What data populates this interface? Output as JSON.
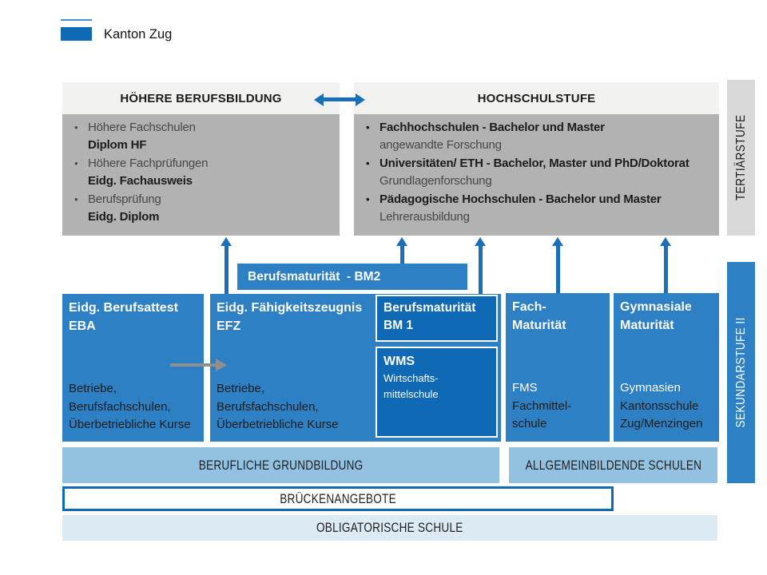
{
  "colors": {
    "primary_blue": "#2e80c4",
    "dark_blue": "#0f69b4",
    "arrow_blue": "#1b6fb8",
    "light_blue_bar": "#92c1e1",
    "pale_blue_bar": "#dceaf3",
    "gray_box": "#b2b2b2",
    "header_bg": "#f2f2f0",
    "side_gray_bar": "#d9d9d9",
    "gray_arrow": "#8f8f8f"
  },
  "logo": {
    "label": "Kanton Zug"
  },
  "hoehere": {
    "title": "HÖHERE BERUFSBILDUNG",
    "items": [
      {
        "plain": "Höhere Fachschulen",
        "bold": "Diplom HF"
      },
      {
        "plain": "Höhere Fachprüfungen",
        "bold": "Eidg. Fachausweis"
      },
      {
        "plain": "Berufsprüfung",
        "bold": "Eidg. Diplom"
      }
    ]
  },
  "hochschule": {
    "title": "HOCHSCHULSTUFE",
    "items": [
      {
        "bold": "Fachhochschulen - Bachelor und Master",
        "plain": "angewandte Forschung"
      },
      {
        "bold": "Universitäten/ ETH - Bachelor, Master und PhD/Doktorat",
        "plain": "Grundlagenforschung"
      },
      {
        "bold": "Pädagogische Hochschulen - Bachelor und Master",
        "plain": "Lehrerausbildung"
      }
    ]
  },
  "side": {
    "tertiaer": "TERTIÄRSTUFE",
    "sekundar": "SEKUNDARSTUFE II"
  },
  "bm2_label": "Berufsmaturität  - BM2",
  "eba": {
    "title1": "Eidg. Berufsattest",
    "title2": "EBA",
    "sub1": "Betriebe,",
    "sub2": "Berufsfachschulen,",
    "sub3": "Überbetriebliche Kurse"
  },
  "efz": {
    "title1": "Eidg. Fähigkeitszeugnis",
    "title2": "EFZ",
    "sub1": "Betriebe,",
    "sub2": "Berufsfachschulen,",
    "sub3": "Überbetriebliche Kurse"
  },
  "bm1": {
    "line1": "Berufsmaturität",
    "line2": "BM 1"
  },
  "wms": {
    "title": "WMS",
    "sub1": "Wirtschafts-",
    "sub2": "mittelschule"
  },
  "fach": {
    "title1": "Fach-",
    "title2": "Maturität",
    "school": "FMS",
    "sub1": "Fachmittel-",
    "sub2": "schule"
  },
  "gym": {
    "title1": "Gymnasiale",
    "title2": "Maturität",
    "school": "Gymnasien",
    "sub1": "Kantonsschule",
    "sub2": "Zug/Menzingen"
  },
  "bottom": {
    "berufliche": "BERUFLICHE GRUNDBILDUNG",
    "allgemein": "ALLGEMEINBILDENDE SCHULEN",
    "bruecken": "BRÜCKENANGEBOTE",
    "obligatorisch": "OBLIGATORISCHE SCHULE"
  }
}
